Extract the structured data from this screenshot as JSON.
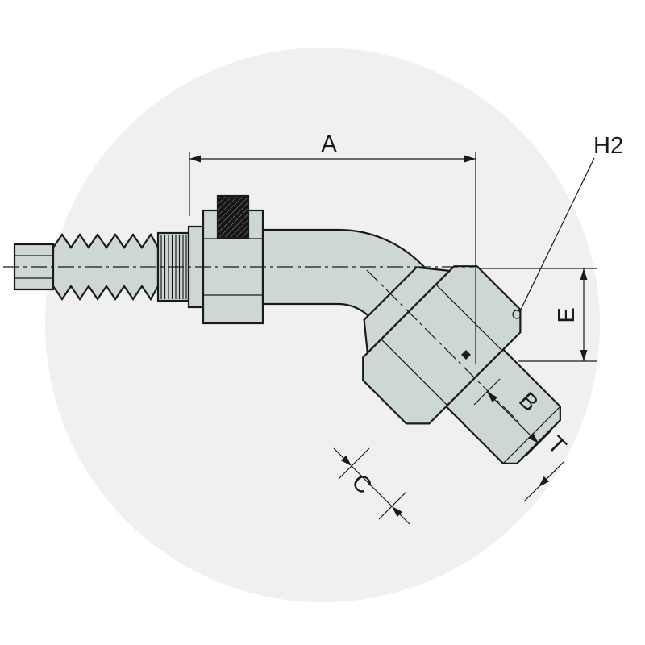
{
  "drawing": {
    "type": "technical-diagram",
    "subject": "45-degree hose fitting with female swivel nut",
    "dimension_labels": {
      "a": "A",
      "h2": "H2",
      "e": "E",
      "b": "B",
      "t": "T",
      "c": "C"
    },
    "colors": {
      "body": "#cdd8d2",
      "line": "#1a1a1a",
      "watermark": "#f0f0f0",
      "background": "#ffffff"
    }
  }
}
